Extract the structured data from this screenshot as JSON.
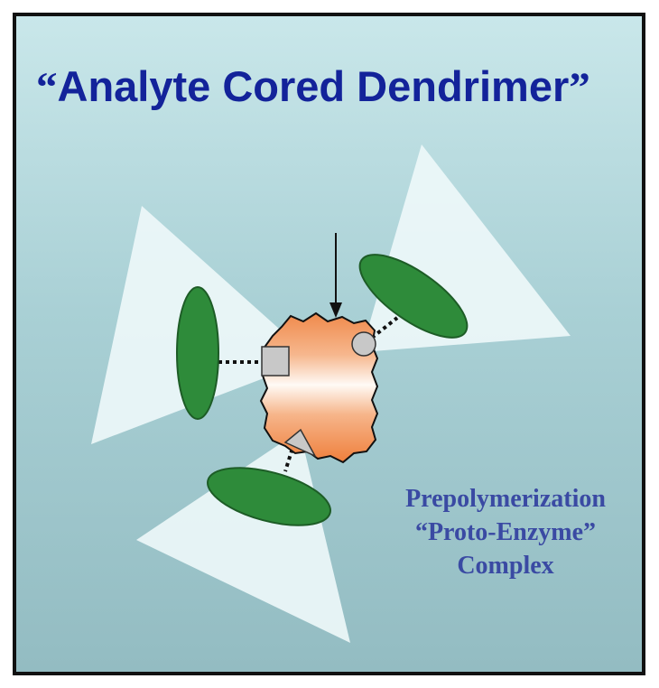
{
  "title": {
    "open_quote": "“",
    "text": "Analyte Cored Dendrimer",
    "close_quote": "”"
  },
  "caption": {
    "line1": "Prepolymerization",
    "line2_open_quote": "“",
    "line2_text": "Proto-Enzyme",
    "line2_close_quote": "”",
    "line3": "Complex"
  },
  "colors": {
    "title": "#13239a",
    "caption": "#3a4aa3",
    "cone": "#eef8fa",
    "ellipse": "#2e8b3a",
    "core_orange": "#f08a4b",
    "binding_site": "#c8c8c8"
  }
}
